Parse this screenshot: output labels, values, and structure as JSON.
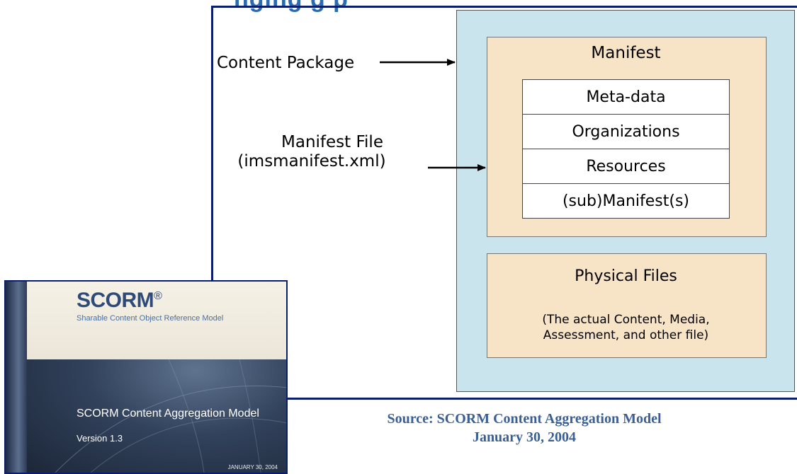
{
  "title_fragment": "nging g  p",
  "diagram": {
    "labels": {
      "content_package": "Content Package",
      "manifest_file_line1": "Manifest File",
      "manifest_file_line2": "(imsmanifest.xml)"
    },
    "manifest": {
      "title": "Manifest",
      "rows": [
        "Meta-data",
        "Organizations",
        "Resources",
        "(sub)Manifest(s)"
      ]
    },
    "physical_files": {
      "title": "Physical Files",
      "description_line1": "(The actual Content, Media,",
      "description_line2": "Assessment, and other file)"
    }
  },
  "source": {
    "line1": "Source: SCORM Content Aggregation Model",
    "line2": "January 30, 2004"
  },
  "cover": {
    "brand": "SCORM",
    "brand_mark": "®",
    "tagline": "Sharable Content Object Reference Model",
    "title": "SCORM Content Aggregation Model",
    "version": "Version 1.3",
    "date": "JANUARY 30, 2004"
  },
  "colors": {
    "frame": "#0b1e6e",
    "package_bg": "#c9e4ec",
    "manifest_bg": "#f7e4c7",
    "caption": "#3a5f95"
  }
}
